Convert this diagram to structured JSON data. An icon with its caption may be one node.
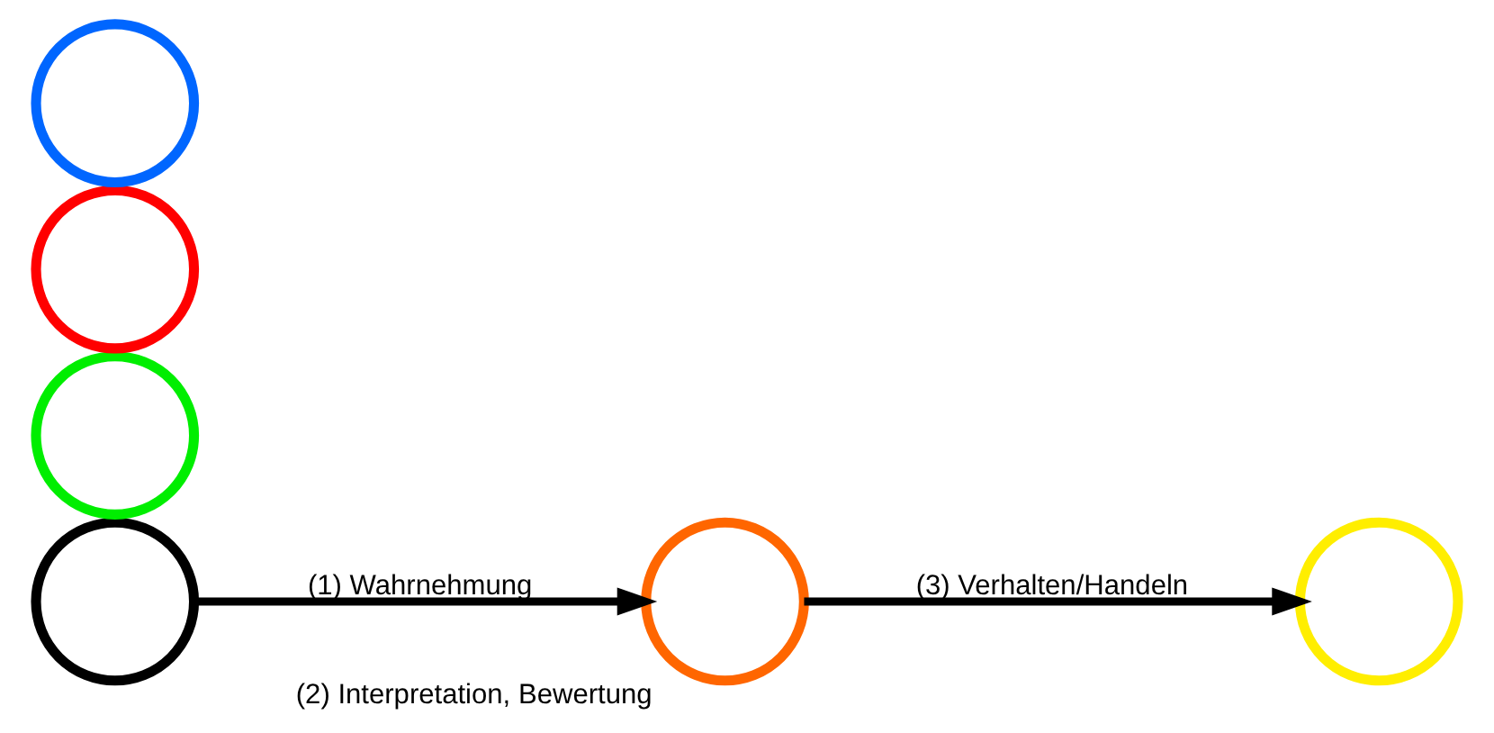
{
  "diagram": {
    "nodes": [
      {
        "text": [],
        "shape": "circle"
      },
      {
        "text": [],
        "shape": "circle"
      },
      {
        "text": [],
        "shape": "circle"
      },
      {
        "text": [],
        "shape": "circle"
      },
      {
        "text": [],
        "shape": "circle"
      },
      {
        "text": [],
        "shape": "circle",
        "beside": [
          "(2) Interpretation, Bewertung"
        ]
      }
    ],
    "edges": [
      {
        "from": 0,
        "to": 5,
        "arrow": "to",
        "label": "(1) Wahrnehmung"
      },
      {
        "from": 5,
        "to": 4,
        "arrow": "to",
        "label": "(3) Verhalten/Handeln"
      }
    ]
  }
}
